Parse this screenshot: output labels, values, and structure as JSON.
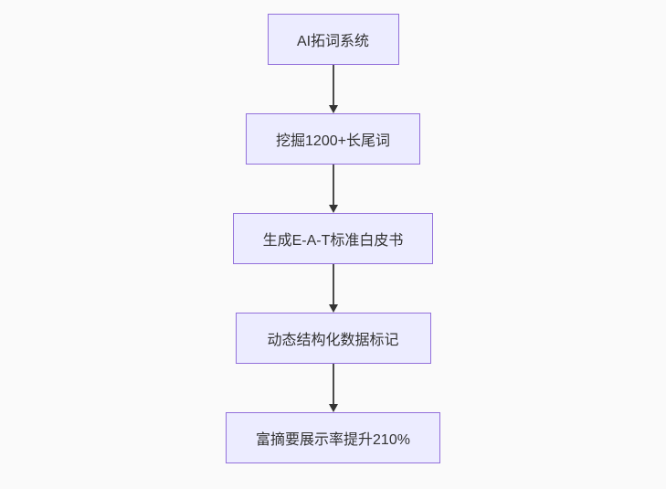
{
  "diagram": {
    "type": "flowchart-vertical",
    "nodes": [
      {
        "id": "node-1",
        "label": "AI拓词系统"
      },
      {
        "id": "node-2",
        "label": "挖掘1200+长尾词"
      },
      {
        "id": "node-3",
        "label": "生成E-A-T标准白皮书"
      },
      {
        "id": "node-4",
        "label": "动态结构化数据标记"
      },
      {
        "id": "node-5",
        "label": "富摘要展示率提升210%"
      }
    ],
    "edges": [
      {
        "from": "node-1",
        "to": "node-2",
        "style": "arrow-down"
      },
      {
        "from": "node-2",
        "to": "node-3",
        "style": "arrow-down"
      },
      {
        "from": "node-3",
        "to": "node-4",
        "style": "arrow-down"
      },
      {
        "from": "node-4",
        "to": "node-5",
        "style": "arrow-down"
      }
    ],
    "colors": {
      "node_fill": "#ECECFF",
      "node_border": "#9370DB",
      "node_text": "#333333",
      "arrow_line": "#4b4b4b",
      "arrow_head": "#333333",
      "background": "#fafafa"
    }
  }
}
